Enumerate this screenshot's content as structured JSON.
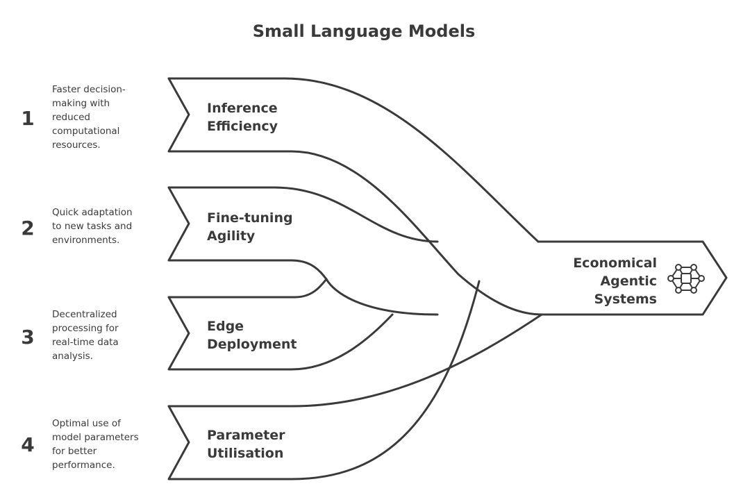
{
  "title": "Small Language Models",
  "inputs": [
    {
      "number": "1",
      "label_lines": [
        "Inference",
        "Efficiency"
      ],
      "description_lines": [
        "Faster decision-",
        "making with",
        "reduced",
        "computational",
        "resources."
      ]
    },
    {
      "number": "2",
      "label_lines": [
        "Fine-tuning",
        "Agility"
      ],
      "description_lines": [
        "Quick adaptation",
        "to new tasks and",
        "environments."
      ]
    },
    {
      "number": "3",
      "label_lines": [
        "Edge",
        "Deployment"
      ],
      "description_lines": [
        "Decentralized",
        "processing for",
        "real-time data",
        "analysis."
      ]
    },
    {
      "number": "4",
      "label_lines": [
        "Parameter",
        "Utilisation"
      ],
      "description_lines": [
        "Optimal use of",
        "model parameters",
        "for better",
        "performance."
      ]
    }
  ],
  "output": {
    "label_lines": [
      "Economical",
      "Agentic",
      "Systems"
    ],
    "icon": "network-hub-icon"
  },
  "colors": {
    "stroke": "#3a3a3a",
    "background": "#ffffff"
  }
}
